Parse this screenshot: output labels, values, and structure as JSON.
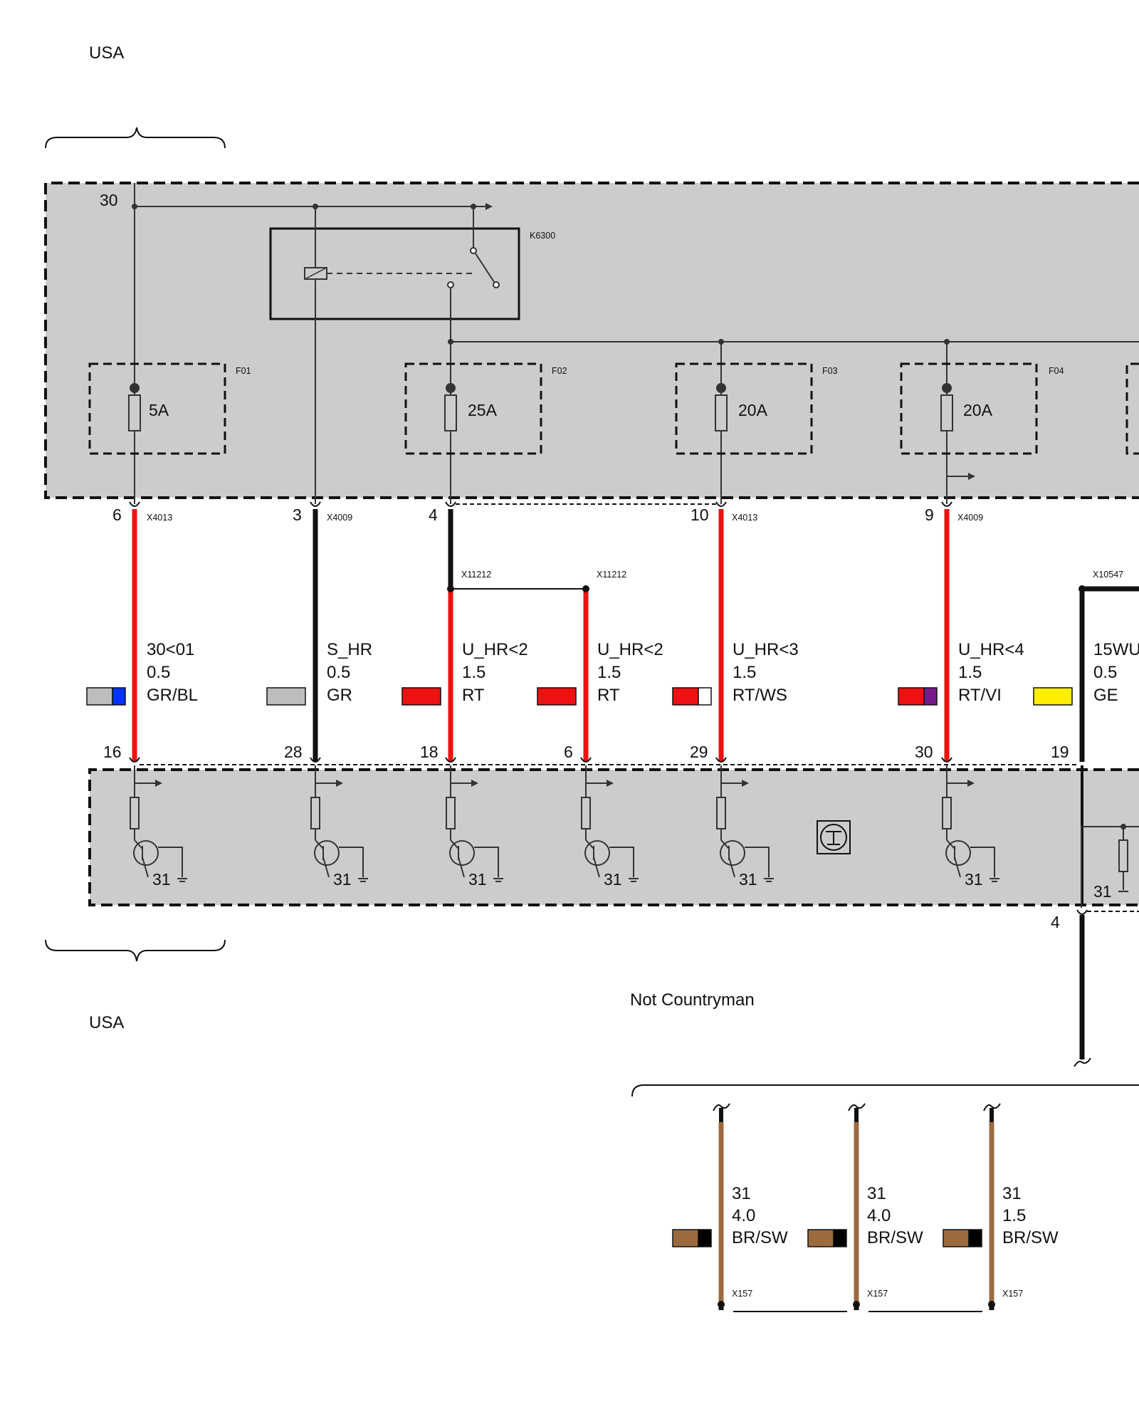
{
  "region_labels": {
    "top": "USA",
    "bottom": "USA",
    "ground_variant": "Not Countryman"
  },
  "terminal_30": "30",
  "relay": {
    "id": "K6300"
  },
  "fuses": [
    {
      "id": "F01",
      "rating": "5A"
    },
    {
      "id": "F02",
      "rating": "25A"
    },
    {
      "id": "F03",
      "rating": "20A"
    },
    {
      "id": "F04",
      "rating": "20A"
    }
  ],
  "wires": [
    {
      "top_pin": "6",
      "top_connector": "X4013",
      "bottom_pin": "16",
      "signal": "30<01",
      "gauge": "0.5",
      "color_code": "GR/BL",
      "colors": [
        "#bdbdbd",
        "#0033ff"
      ]
    },
    {
      "top_pin": "3",
      "top_connector": "X4009",
      "bottom_pin": "28",
      "signal": "S_HR",
      "gauge": "0.5",
      "color_code": "GR",
      "colors": [
        "#bdbdbd"
      ]
    },
    {
      "top_pin": "4",
      "top_connector": "",
      "bottom_pin": "18",
      "signal": "U_HR<2",
      "gauge": "1.5",
      "color_code": "RT",
      "colors": [
        "#ee1111"
      ],
      "splice_connector": "X11212"
    },
    {
      "top_pin": "",
      "top_connector": "",
      "bottom_pin": "6",
      "signal": "U_HR<2",
      "gauge": "1.5",
      "color_code": "RT",
      "colors": [
        "#ee1111"
      ],
      "splice_connector": "X11212"
    },
    {
      "top_pin": "10",
      "top_connector": "X4013",
      "bottom_pin": "29",
      "signal": "U_HR<3",
      "gauge": "1.5",
      "color_code": "RT/WS",
      "colors": [
        "#ee1111",
        "#ffffff"
      ]
    },
    {
      "top_pin": "9",
      "top_connector": "X4009",
      "bottom_pin": "30",
      "signal": "U_HR<4",
      "gauge": "1.5",
      "color_code": "RT/VI",
      "colors": [
        "#ee1111",
        "#7a1a8a"
      ]
    },
    {
      "top_pin": "",
      "top_connector": "",
      "bottom_pin": "19",
      "signal": "15WU",
      "gauge": "0.5",
      "color_code": "GE",
      "colors": [
        "#ffee00"
      ],
      "splice_connector": "X10547"
    }
  ],
  "module_ground_label": "31",
  "module_out_pin": "4",
  "ground_wires": [
    {
      "signal": "31",
      "gauge": "4.0",
      "color_code": "BR/SW",
      "connector": "X157",
      "colors": [
        "#9b6b3f",
        "#000000"
      ]
    },
    {
      "signal": "31",
      "gauge": "4.0",
      "color_code": "BR/SW",
      "connector": "X157",
      "colors": [
        "#9b6b3f",
        "#000000"
      ]
    },
    {
      "signal": "31",
      "gauge": "1.5",
      "color_code": "BR/SW",
      "connector": "X157",
      "colors": [
        "#9b6b3f",
        "#000000"
      ]
    }
  ],
  "palette": {
    "box_fill": "#cccccc",
    "wire_red": "#ee1111",
    "wire_black": "#111111",
    "wire_brown": "#9b6b3f"
  }
}
